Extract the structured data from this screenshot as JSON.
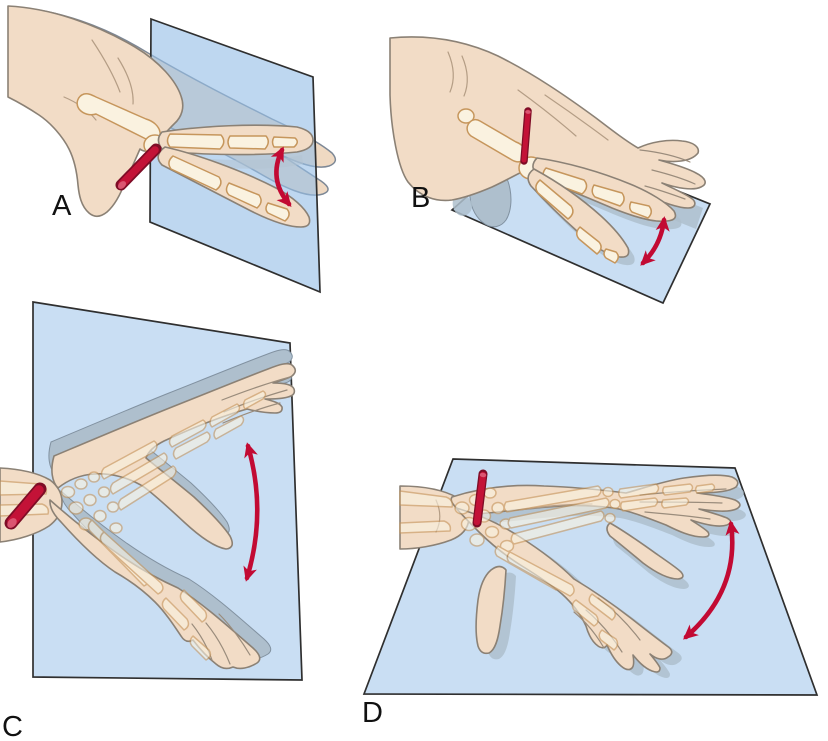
{
  "figure": {
    "panels": [
      {
        "id": "panel-a",
        "label": "A"
      },
      {
        "id": "panel-b",
        "label": "B"
      },
      {
        "id": "panel-c",
        "label": "C"
      },
      {
        "id": "panel-d",
        "label": "D"
      }
    ]
  },
  "colors": {
    "background": "#FFFFFF",
    "plane_fill": "#C9DEF3",
    "plane_border": "#2F2F2F",
    "skin": "#F2DCC6",
    "skin_outline": "#8B8175",
    "behind_plane_gray": "#AEBFCD",
    "bone_fill": "#FAF2E0",
    "bone_outline": "#C6965C",
    "axis_rod_red": "#C31237",
    "motion_arrow_red": "#C20A33",
    "label_text": "#000000"
  }
}
